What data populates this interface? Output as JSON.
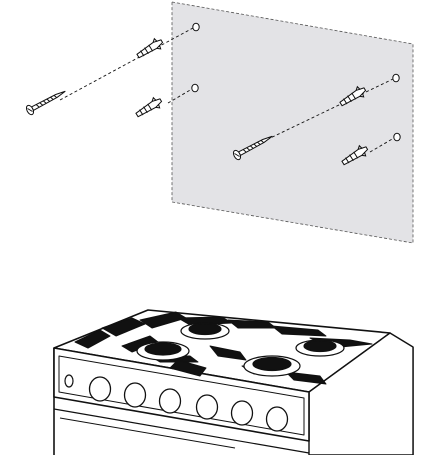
{
  "figure": {
    "labels": [],
    "colors": {
      "wall_panel": "#e3e3e6",
      "line": "#111111",
      "fastener": "#ffffff",
      "background": "#ffffff"
    },
    "icons": [
      "screw",
      "wall-plug",
      "drill-hole",
      "cooker",
      "burner",
      "pan-support",
      "control-knob"
    ],
    "counts": {
      "screws": 2,
      "wall_plugs": 4,
      "drill_holes": 4,
      "burners": 4,
      "control_knobs": 7
    }
  }
}
